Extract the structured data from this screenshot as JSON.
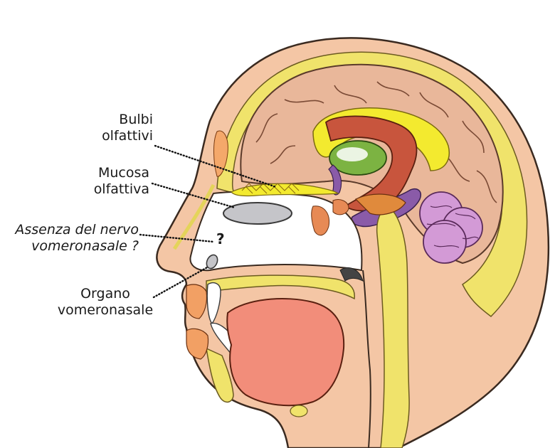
{
  "labels": {
    "olfactory_bulbs": [
      "Bulbi",
      "olfattivi"
    ],
    "olfactory_mucosa": [
      "Mucosa",
      "olfattiva"
    ],
    "vomeronasal_absence": [
      "Assenza del nervo",
      "vomeronasale ?"
    ],
    "vomeronasal_organ": [
      "Organo",
      "vomeronasale"
    ],
    "question_mark": "?"
  },
  "colors": {
    "skin": "#f4c6a5",
    "skin_outline": "#3a2a20",
    "brain": "#e9b79a",
    "bone_yellow": "#f0e36b",
    "yellow_bright": "#f3ea2f",
    "ventricle_red": "#c8553d",
    "thalamus_green": "#7cb342",
    "cerebellum_pink": "#d39ad6",
    "purple": "#8a5ba8",
    "tongue": "#f28d7a",
    "mucosa_gray": "#c5c5c9"
  }
}
